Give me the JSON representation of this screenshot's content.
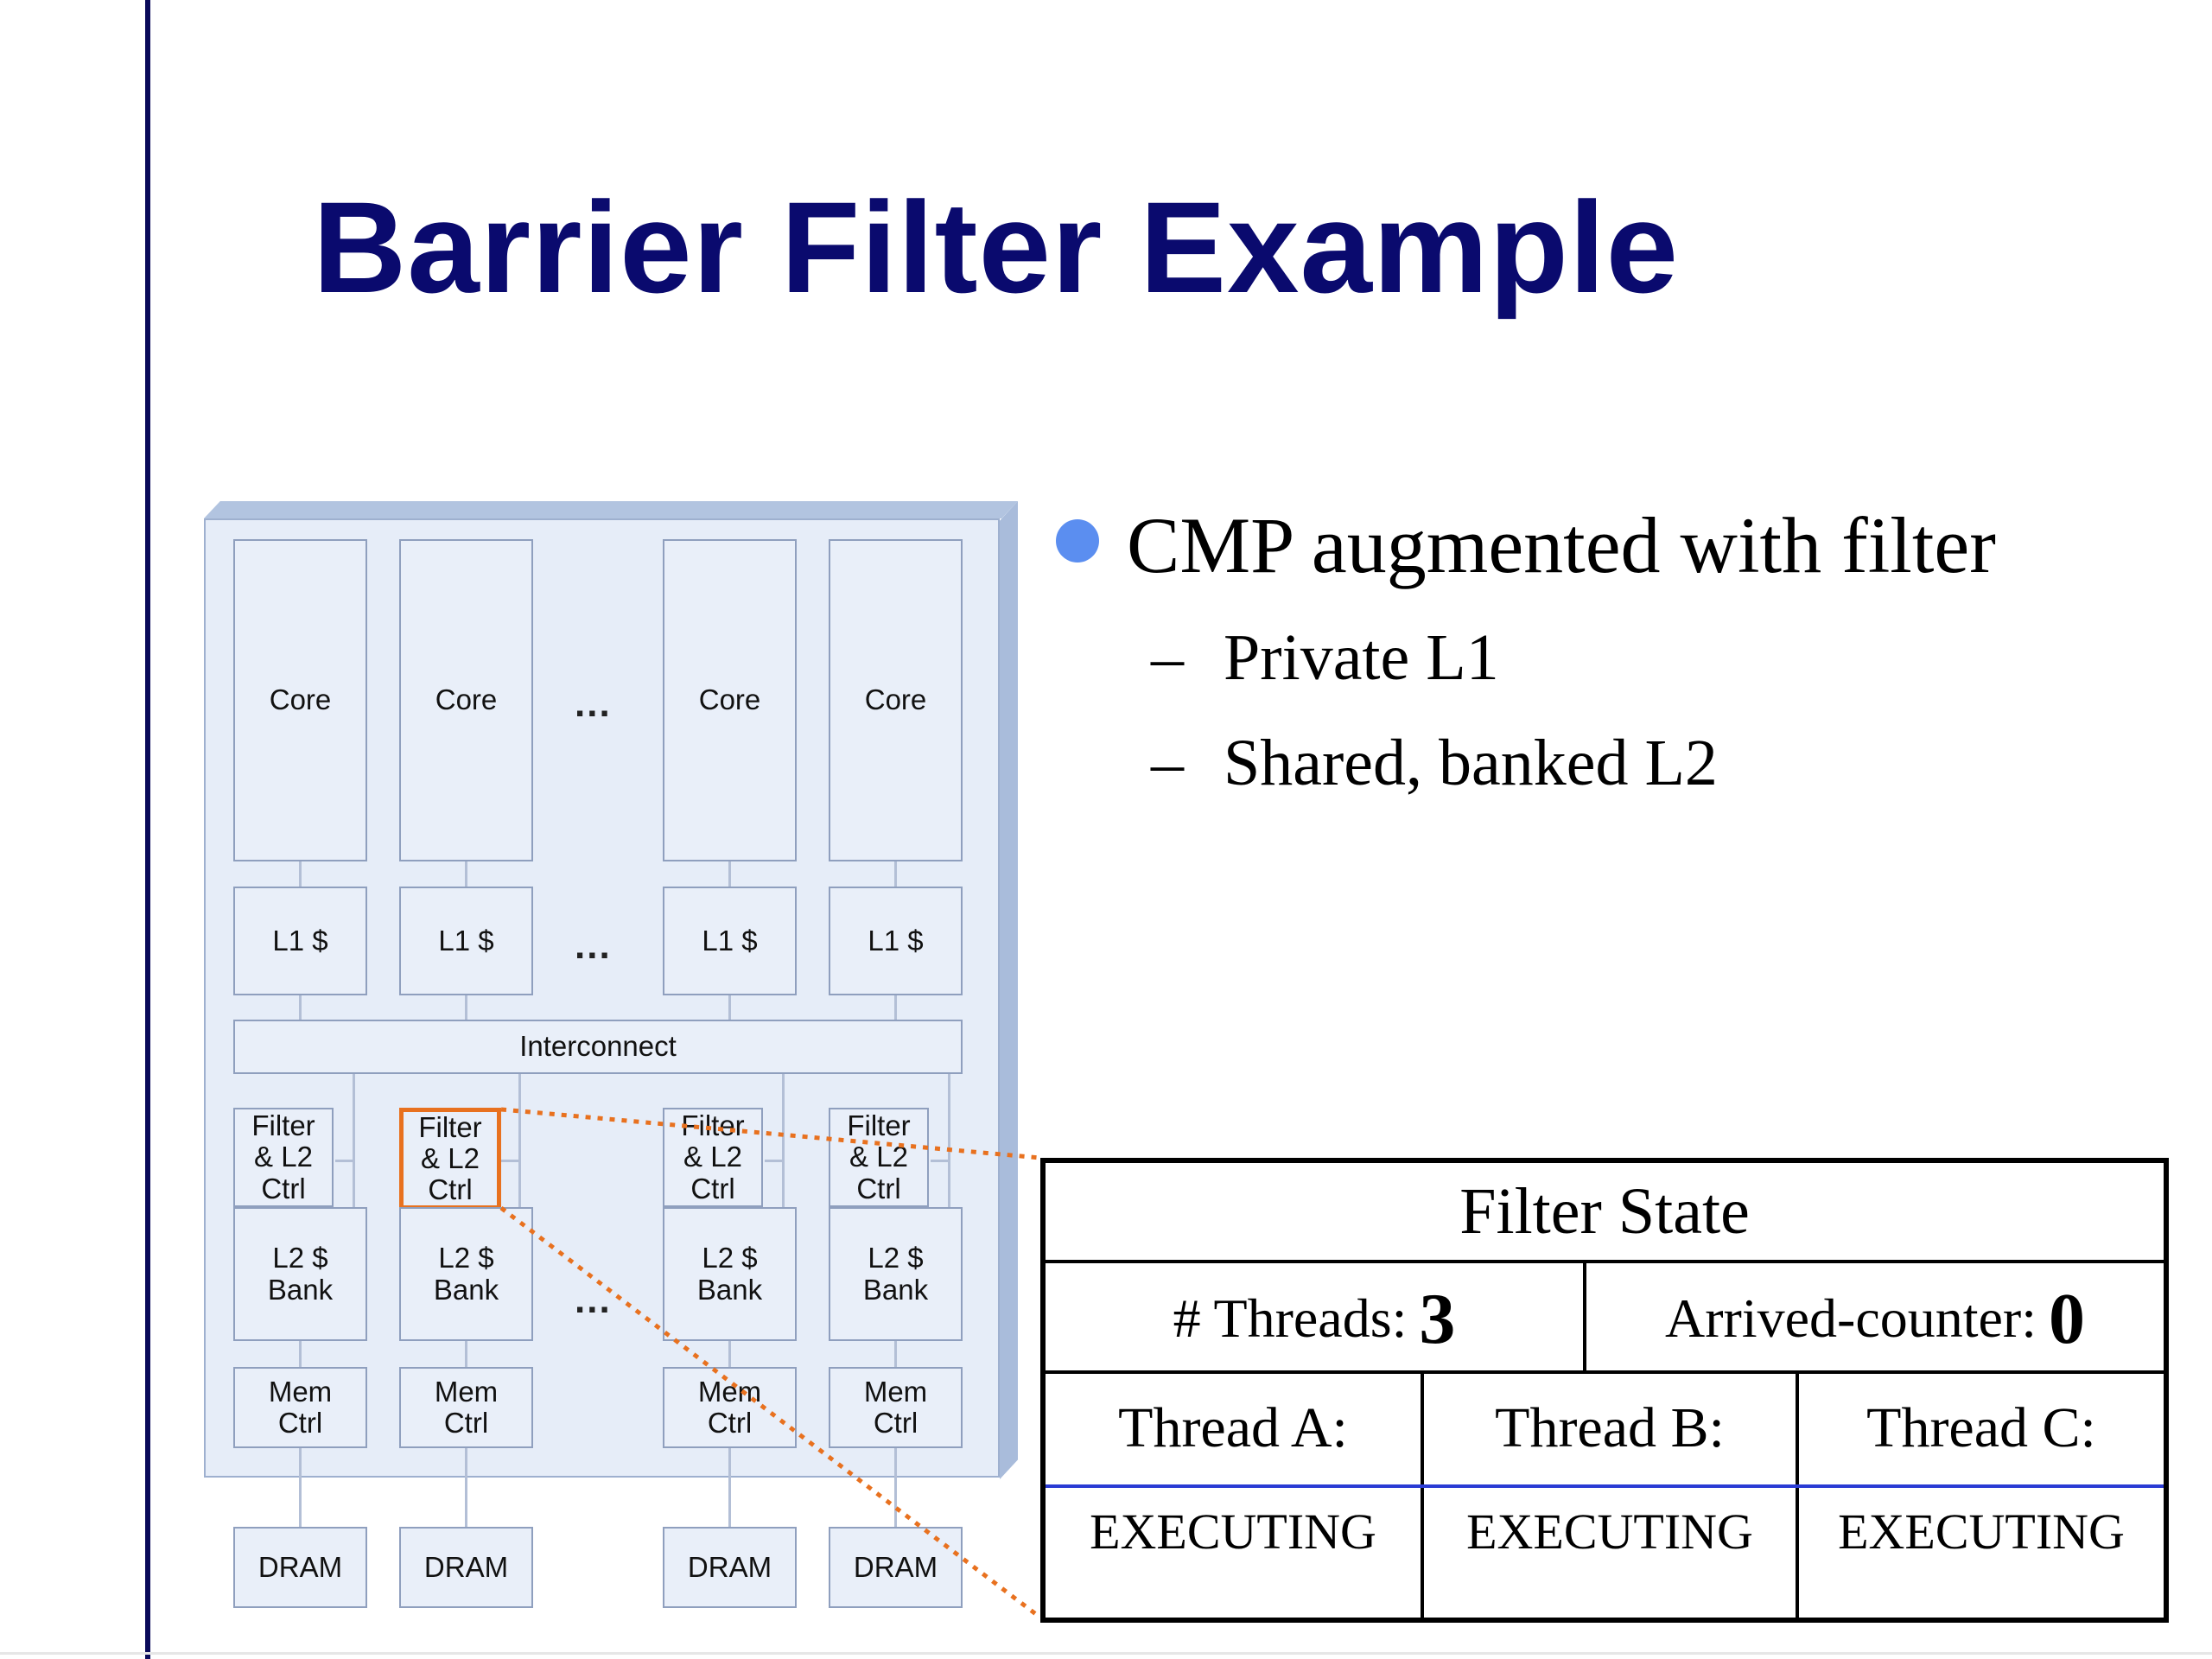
{
  "title": "Barrier Filter Example",
  "diagram": {
    "cores": [
      "Core",
      "Core",
      "Core",
      "Core"
    ],
    "l1": [
      "L1 $",
      "L1 $",
      "L1 $",
      "L1 $"
    ],
    "interconnect": "Interconnect",
    "filters": [
      "Filter\n& L2\nCtrl",
      "Filter\n& L2\nCtrl",
      "Filter\n& L2\nCtrl",
      "Filter\n& L2\nCtrl"
    ],
    "l2_banks": [
      "L2 $\nBank",
      "L2 $\nBank",
      "L2 $\nBank",
      "L2 $\nBank"
    ],
    "mem_ctrl": [
      "Mem\nCtrl",
      "Mem\nCtrl",
      "Mem\nCtrl",
      "Mem\nCtrl"
    ],
    "dram": [
      "DRAM",
      "DRAM",
      "DRAM",
      "DRAM"
    ],
    "ellipsis": "...",
    "highlight_color": "#e8711f"
  },
  "bullets": {
    "main": "CMP augmented with filter",
    "dash": "–",
    "subs": [
      "Private L1",
      "Shared, banked L2"
    ]
  },
  "filter_state": {
    "header": "Filter State",
    "threads_label": "# Threads:",
    "threads_value": "3",
    "arrived_label": "Arrived-counter:",
    "arrived_value": "0",
    "threads": [
      {
        "name": "Thread A:",
        "state": "EXECUTING"
      },
      {
        "name": "Thread B:",
        "state": "EXECUTING"
      },
      {
        "name": "Thread C:",
        "state": "EXECUTING"
      }
    ]
  }
}
